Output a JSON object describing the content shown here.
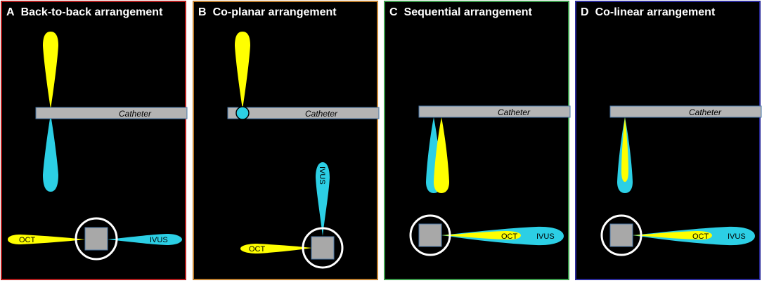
{
  "colors": {
    "oct": "#ffff00",
    "ivus": "#2ccfe5",
    "catheter": "#b4b4b4",
    "panel_borders": [
      "#b01c1c",
      "#c08030",
      "#3a9a4a",
      "#2a2a9a"
    ]
  },
  "labels": {
    "catheter": "Catheter",
    "oct": "OCT",
    "ivus": "IVUS"
  },
  "panels": [
    {
      "letter": "A",
      "title": "Back-to-back arrangement"
    },
    {
      "letter": "B",
      "title": "Co-planar arrangement"
    },
    {
      "letter": "C",
      "title": "Sequential arrangement"
    },
    {
      "letter": "D",
      "title": "Co-linear arrangement"
    }
  ]
}
